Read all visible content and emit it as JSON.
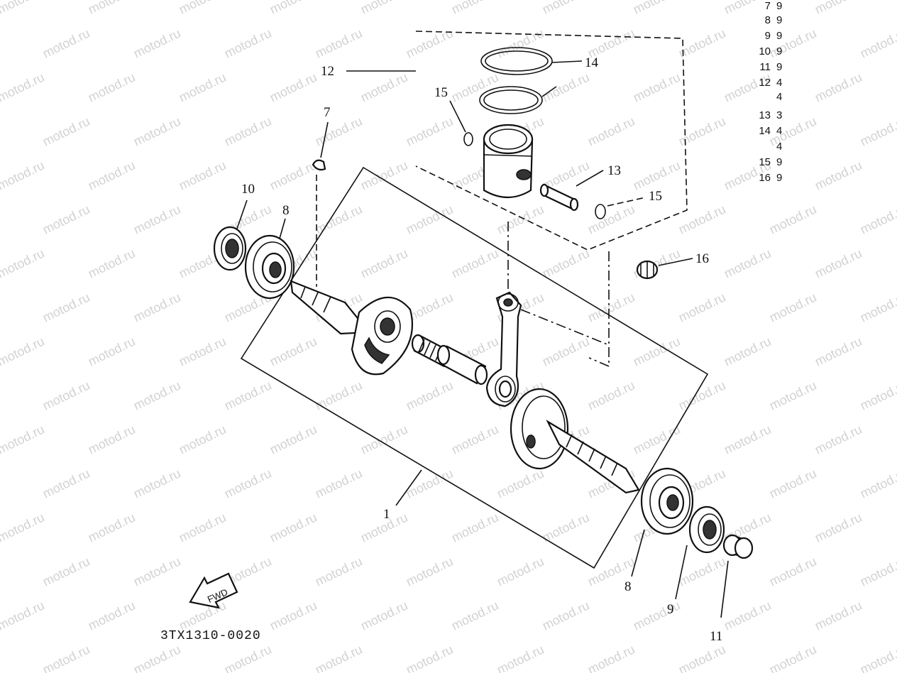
{
  "watermark": "motod.ru",
  "diagram_code": "3TX1310-0020",
  "fwd_label": "FWD",
  "callouts": {
    "c1": "1",
    "c7": "7",
    "c8a": "8",
    "c8b": "8",
    "c9": "9",
    "c10": "10",
    "c11": "11",
    "c12": "12",
    "c13": "13",
    "c14": "14",
    "c15a": "15",
    "c15b": "15",
    "c16": "16"
  },
  "legend": [
    {
      "num": "7",
      "code": "9"
    },
    {
      "num": "8",
      "code": "9"
    },
    {
      "num": "9",
      "code": "9"
    },
    {
      "num": "10",
      "code": "9"
    },
    {
      "num": "11",
      "code": "9"
    },
    {
      "num": "12",
      "code": "4"
    },
    {
      "num": "",
      "code": "4"
    },
    {
      "num": "13",
      "code": "3"
    },
    {
      "num": "14",
      "code": "4"
    },
    {
      "num": "",
      "code": "4"
    },
    {
      "num": "15",
      "code": "9"
    },
    {
      "num": "16",
      "code": "9"
    }
  ]
}
